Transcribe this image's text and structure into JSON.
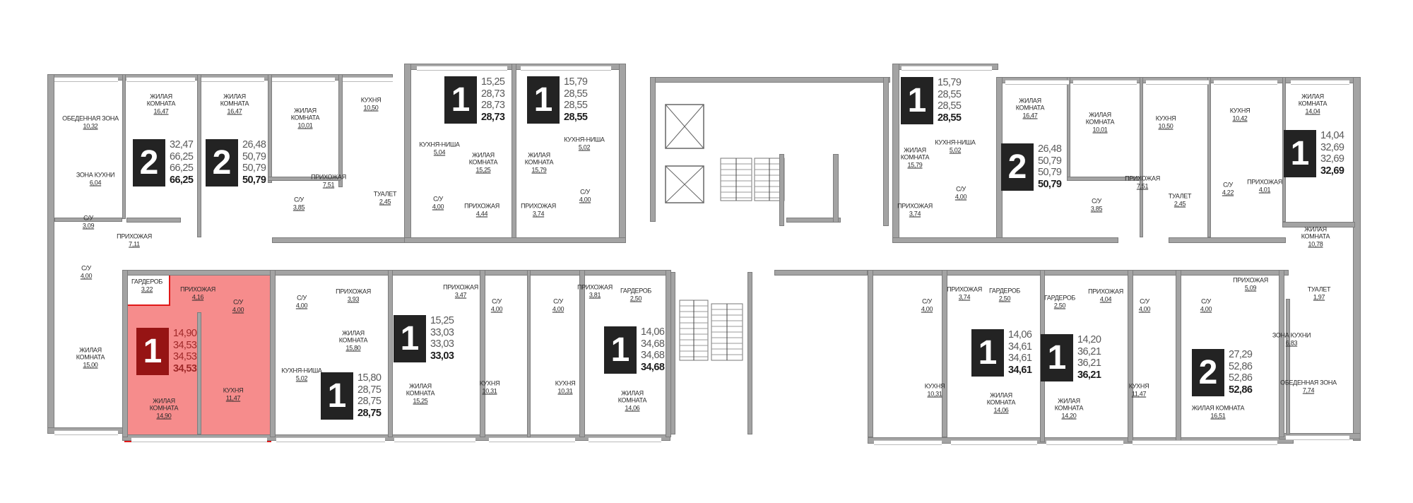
{
  "plan": {
    "accent_selected": "#e63c3c",
    "badge_color": "#232323"
  },
  "apartments": [
    {
      "rooms": "2",
      "areas": [
        "32,47",
        "66,25",
        "66,25",
        "66,25"
      ],
      "selected": false
    },
    {
      "rooms": "2",
      "areas": [
        "26,48",
        "50,79",
        "50,79",
        "50,79"
      ],
      "selected": false
    },
    {
      "rooms": "1",
      "areas": [
        "15,25",
        "28,73",
        "28,73",
        "28,73"
      ],
      "selected": false
    },
    {
      "rooms": "1",
      "areas": [
        "15,79",
        "28,55",
        "28,55",
        "28,55"
      ],
      "selected": false
    },
    {
      "rooms": "1",
      "areas": [
        "14,90",
        "34,53",
        "34,53",
        "34,53"
      ],
      "selected": true
    },
    {
      "rooms": "1",
      "areas": [
        "15,80",
        "28,75",
        "28,75",
        "28,75"
      ],
      "selected": false
    },
    {
      "rooms": "1",
      "areas": [
        "15,25",
        "33,03",
        "33,03",
        "33,03"
      ],
      "selected": false
    },
    {
      "rooms": "1",
      "areas": [
        "14,06",
        "34,68",
        "34,68",
        "34,68"
      ],
      "selected": false
    },
    {
      "rooms": "1",
      "areas": [
        "15,79",
        "28,55",
        "28,55",
        "28,55"
      ],
      "selected": false
    },
    {
      "rooms": "2",
      "areas": [
        "26,48",
        "50,79",
        "50,79",
        "50,79"
      ],
      "selected": false
    },
    {
      "rooms": "1",
      "areas": [
        "14,04",
        "32,69",
        "32,69",
        "32,69"
      ],
      "selected": false
    },
    {
      "rooms": "2",
      "areas": [
        "27,29",
        "52,86",
        "52,86",
        "52,86"
      ],
      "selected": false
    },
    {
      "rooms": "1",
      "areas": [
        "14,06",
        "34,61",
        "34,61",
        "34,61"
      ],
      "selected": false
    },
    {
      "rooms": "1",
      "areas": [
        "14,20",
        "36,21",
        "36,21",
        "36,21"
      ],
      "selected": false
    }
  ],
  "rooms": [
    {
      "name": "ОБЕДЕННАЯ ЗОНА",
      "area": "10,32"
    },
    {
      "name": "ЗОНА КУХНИ",
      "area": "6,04"
    },
    {
      "name": "С/У",
      "area": "3,09"
    },
    {
      "name": "ПРИХОЖАЯ",
      "area": "7,11"
    },
    {
      "name": "С/У",
      "area": "4,00"
    },
    {
      "name": "ЖИЛАЯ КОМНАТА",
      "area": "16,47"
    },
    {
      "name": "ЖИЛАЯ КОМНАТА",
      "area": "15,00"
    },
    {
      "name": "ГАРДЕРОБ",
      "area": "3,22"
    },
    {
      "name": "ЖИЛАЯ КОМНАТА",
      "area": "16,47"
    },
    {
      "name": "ЖИЛАЯ КОМНАТА",
      "area": "10,01"
    },
    {
      "name": "КУХНЯ",
      "area": "10,50"
    },
    {
      "name": "ПРИХОЖАЯ",
      "area": "7,51"
    },
    {
      "name": "С/У",
      "area": "3,85"
    },
    {
      "name": "ТУАЛЕТ",
      "area": "2,45"
    },
    {
      "name": "КУХНЯ-НИША",
      "area": "5,04"
    },
    {
      "name": "ЖИЛАЯ КОМНАТА",
      "area": "15,25"
    },
    {
      "name": "С/У",
      "area": "4,00"
    },
    {
      "name": "ПРИХОЖАЯ",
      "area": "4,44"
    },
    {
      "name": "КУХНЯ-НИША",
      "area": "5,02"
    },
    {
      "name": "ЖИЛАЯ КОМНАТА",
      "area": "15,79"
    },
    {
      "name": "ПРИХОЖАЯ",
      "area": "3,74"
    },
    {
      "name": "С/У",
      "area": "4,00"
    },
    {
      "name": "ПРИХОЖАЯ",
      "area": "4,16"
    },
    {
      "name": "С/У",
      "area": "4,00"
    },
    {
      "name": "ЖИЛАЯ КОМНАТА",
      "area": "14,90"
    },
    {
      "name": "КУХНЯ",
      "area": "11,47"
    },
    {
      "name": "С/У",
      "area": "4,00"
    },
    {
      "name": "ПРИХОЖАЯ",
      "area": "3,93"
    },
    {
      "name": "ЖИЛАЯ КОМНАТА",
      "area": "15,80"
    },
    {
      "name": "КУХНЯ-НИША",
      "area": "5,02"
    },
    {
      "name": "ПРИХОЖАЯ",
      "area": "3,47"
    },
    {
      "name": "С/У",
      "area": "4,00"
    },
    {
      "name": "ЖИЛАЯ КОМНАТА",
      "area": "15,25"
    },
    {
      "name": "КУХНЯ",
      "area": "10,31"
    },
    {
      "name": "С/У",
      "area": "4,00"
    },
    {
      "name": "КУХНЯ",
      "area": "10,31"
    },
    {
      "name": "ПРИХОЖАЯ",
      "area": "3,81"
    },
    {
      "name": "ГАРДЕРОБ",
      "area": "2,50"
    },
    {
      "name": "ЖИЛАЯ КОМНАТА",
      "area": "14,06"
    },
    {
      "name": "ЖИЛАЯ КОМНАТА",
      "area": "15,79"
    },
    {
      "name": "КУХНЯ-НИША",
      "area": "5,02"
    },
    {
      "name": "С/У",
      "area": "4,00"
    },
    {
      "name": "ПРИХОЖАЯ",
      "area": "3,74"
    },
    {
      "name": "ЖИЛАЯ КОМНАТА",
      "area": "16,47"
    },
    {
      "name": "ЖИЛАЯ КОМНАТА",
      "area": "10,01"
    },
    {
      "name": "КУХНЯ",
      "area": "10,50"
    },
    {
      "name": "С/У",
      "area": "3,85"
    },
    {
      "name": "ПРИХОЖАЯ",
      "area": "7,51"
    },
    {
      "name": "ТУАЛЕТ",
      "area": "2,45"
    },
    {
      "name": "КУХНЯ",
      "area": "10,42"
    },
    {
      "name": "С/У",
      "area": "4,22"
    },
    {
      "name": "ПРИХОЖАЯ",
      "area": "4,01"
    },
    {
      "name": "ЖИЛАЯ КОМНАТА",
      "area": "14,04"
    },
    {
      "name": "ЖИЛАЯ КОМНАТА",
      "area": "10,78"
    },
    {
      "name": "ПРИХОЖАЯ",
      "area": "5,09"
    },
    {
      "name": "ТУАЛЕТ",
      "area": "1,97"
    },
    {
      "name": "ЗОНА КУХНИ",
      "area": "6,83"
    },
    {
      "name": "ОБЕДЕННАЯ ЗОНА",
      "area": "7,74"
    },
    {
      "name": "ЖИЛАЯ КОМНАТА",
      "area": "16,51"
    },
    {
      "name": "С/У",
      "area": "4,00"
    },
    {
      "name": "С/У",
      "area": "4,00"
    },
    {
      "name": "С/У",
      "area": "4,00"
    },
    {
      "name": "ПРИХОЖАЯ",
      "area": "3,74"
    },
    {
      "name": "ГАРДЕРОБ",
      "area": "2,50"
    },
    {
      "name": "КУХНЯ",
      "area": "10,31"
    },
    {
      "name": "ЖИЛАЯ КОМНАТА",
      "area": "14,06"
    },
    {
      "name": "ГАРДЕРОБ",
      "area": "2,50"
    },
    {
      "name": "ПРИХОЖАЯ",
      "area": "4,04"
    },
    {
      "name": "ЖИЛАЯ КОМНАТА",
      "area": "14,20"
    },
    {
      "name": "КУХНЯ",
      "area": "11,47"
    }
  ]
}
